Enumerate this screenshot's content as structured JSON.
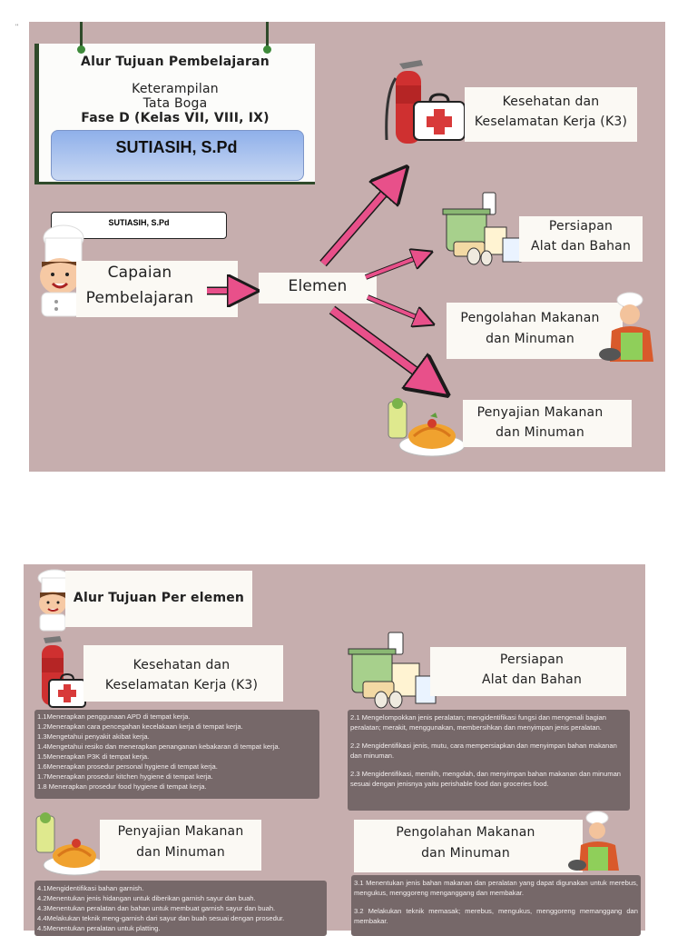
{
  "mark": "''",
  "top": {
    "sign": {
      "line1": "Alur Tujuan Pembelajaran",
      "line2": "Keterampilan",
      "line3": "Tata Boga",
      "line4": "Fase D (Kelas VII, VIII, IX)",
      "author": "SUTIASIH, S.Pd"
    },
    "author_box": "SUTIASIH, S.Pd",
    "capaian": [
      "Capaian",
      "Pembelajaran"
    ],
    "elemen": "Elemen",
    "k3": [
      "Kesehatan dan",
      "Keselamatan Kerja (K3)"
    ],
    "persiapan": [
      "Persiapan",
      "Alat dan Bahan"
    ],
    "pengolahan": [
      "Pengolahan Makanan",
      "dan Minuman"
    ],
    "penyajian": [
      "Penyajian Makanan",
      "dan Minuman"
    ]
  },
  "bottom": {
    "title": "Alur Tujuan Per elemen",
    "k3_title": [
      "Kesehatan dan",
      "Keselamatan Kerja (K3)"
    ],
    "k3_items": [
      "1.1Menerapkan penggunaan APD di tempat kerja.",
      "1.2Menerapkan cara pencegahan kecelakaan kerja di tempat kerja.",
      "1.3Mengetahui penyakit akibat kerja.",
      "1.4Mengetahui resiko dan menerapkan penanganan kebakaran di tempat kerja.",
      "1.5Menerapkan P3K di tempat kerja.",
      "1.6Menerapkan prosedur personal hygiene di tempat kerja.",
      "1.7Menerapkan prosedur kitchen hygiene di tempat kerja.",
      "1.8 Menerapkan prosedur food hygiene di tempat kerja."
    ],
    "persiapan_title": [
      "Persiapan",
      "Alat dan Bahan"
    ],
    "persiapan_items": [
      "2.1 Mengelompokkan jenis peralatan; mengidentifikasi fungsi dan mengenali bagian peralatan; merakit, menggunakan, membersihkan dan menyimpan jenis peralatan.",
      "2.2 Mengidentifikasi jenis, mutu, cara mempersiapkan dan menyimpan bahan makanan dan minuman.",
      "2.3 Mengidentifikasi, memilih, mengolah, dan menyimpan bahan makanan dan minuman sesuai dengan jenisnya yaitu perishable food dan groceries food."
    ],
    "penyajian_title": [
      "Penyajian Makanan",
      "dan Minuman"
    ],
    "penyajian_items": [
      "4.1Mengidentifikasi bahan garnish.",
      "4.2Menentukan jenis hidangan untuk diberikan garnish sayur dan buah.",
      "4.3Menentukan peralatan dan bahan untuk membuat garnish sayur dan buah.",
      "4.4Melakukan teknik meng-garnish dari sayur dan buah sesuai dengan prosedur.",
      "4.5Menentukan peralatan untuk platting."
    ],
    "pengolahan_title": [
      "Pengolahan Makanan",
      "dan Minuman"
    ],
    "pengolahan_items": [
      "3.1 Menentukan jenis bahan makanan dan peralatan yang dapat digunakan untuk merebus, mengukus, menggoreng menganggang dan membakar.",
      "3.2 Melakukan teknik memasak; merebus, mengukus, menggoreng memanggang dan membakar."
    ]
  },
  "colors": {
    "panel": "#c6aeae",
    "arrow": "#e8508a",
    "note": "#fbf9f4",
    "textbox": "#766869",
    "name_box": "#a9c1ec"
  }
}
